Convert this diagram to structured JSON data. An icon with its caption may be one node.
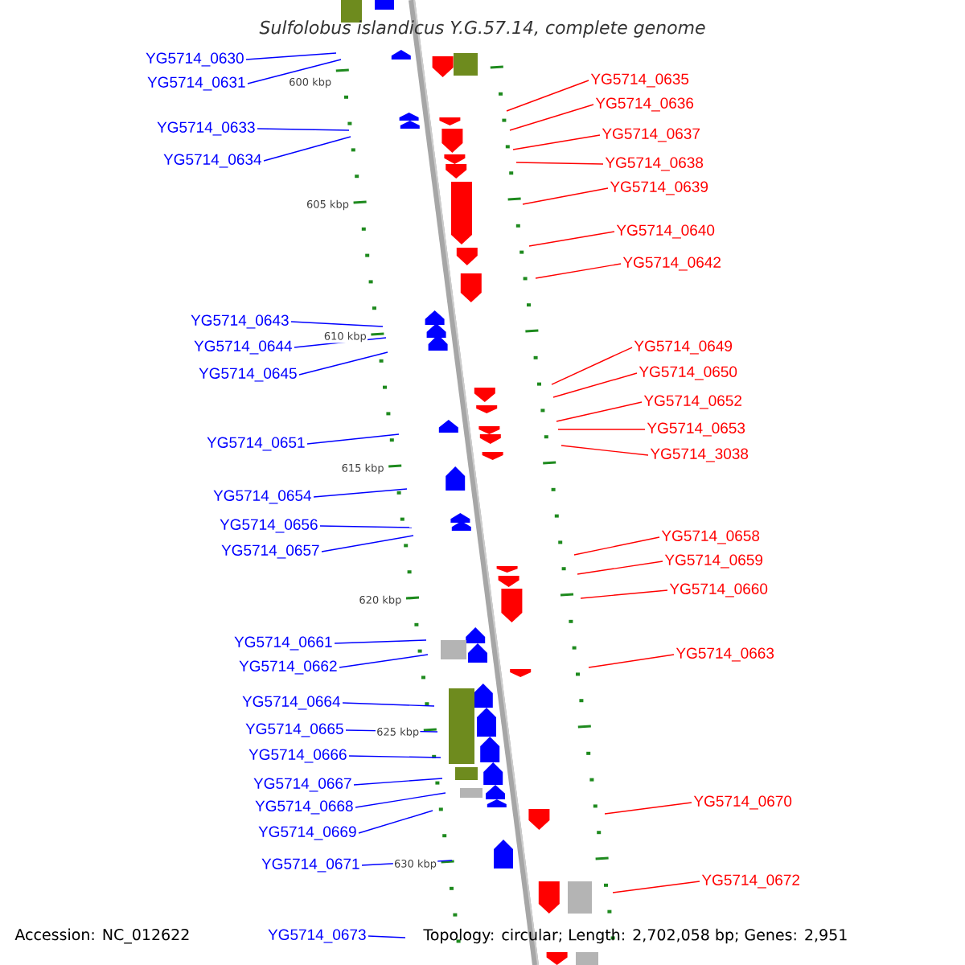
{
  "diagram": {
    "title": "*Sulfolobus islandicus* Y.G.57.14, complete genome",
    "nodes": [
      {
        "text": [
          "YG5714_0630"
        ]
      },
      {
        "text": [
          "YG5714_0631"
        ]
      },
      {
        "text": [
          "YG5714_0633"
        ]
      },
      {
        "text": [
          "YG5714_0634"
        ]
      },
      {
        "text": [
          "YG5714_0643"
        ]
      },
      {
        "text": [
          "YG5714_0644"
        ]
      },
      {
        "text": [
          "YG5714_0645"
        ]
      },
      {
        "text": [
          "YG5714_0651"
        ]
      },
      {
        "text": [
          "YG5714_0654"
        ]
      },
      {
        "text": [
          "YG5714_0656"
        ]
      },
      {
        "text": [
          "YG5714_0657"
        ]
      },
      {
        "text": [
          "YG5714_0661"
        ]
      },
      {
        "text": [
          "YG5714_0662"
        ]
      },
      {
        "text": [
          "YG5714_0664"
        ]
      },
      {
        "text": [
          "YG5714_0665"
        ]
      },
      {
        "text": [
          "YG5714_0666"
        ]
      },
      {
        "text": [
          "YG5714_0667"
        ]
      },
      {
        "text": [
          "YG5714_0668"
        ]
      },
      {
        "text": [
          "YG5714_0669"
        ]
      },
      {
        "text": [
          "YG5714_0671"
        ]
      },
      {
        "text": [
          "YG5714_0673"
        ]
      },
      {
        "text": [
          "YG5714_0635"
        ]
      },
      {
        "text": [
          "YG5714_0636"
        ]
      },
      {
        "text": [
          "YG5714_0637"
        ]
      },
      {
        "text": [
          "YG5714_0638"
        ]
      },
      {
        "text": [
          "YG5714_0639"
        ]
      },
      {
        "text": [
          "YG5714_0640"
        ]
      },
      {
        "text": [
          "YG5714_0642"
        ]
      },
      {
        "text": [
          "YG5714_0649"
        ]
      },
      {
        "text": [
          "YG5714_0650"
        ]
      },
      {
        "text": [
          "YG5714_0652"
        ]
      },
      {
        "text": [
          "YG5714_0653"
        ]
      },
      {
        "text": [
          "YG5714_3038"
        ]
      },
      {
        "text": [
          "YG5714_0658"
        ]
      },
      {
        "text": [
          "YG5714_0659"
        ]
      },
      {
        "text": [
          "YG5714_0660"
        ]
      },
      {
        "text": [
          "YG5714_0663"
        ]
      },
      {
        "text": [
          "YG5714_0670"
        ]
      },
      {
        "text": [
          "YG5714_0672"
        ]
      }
    ],
    "edges": [
      {
        "from": 0,
        "to": null,
        "arrow": "none"
      },
      {
        "from": 1,
        "to": null,
        "arrow": "none"
      },
      {
        "from": 2,
        "to": null,
        "arrow": "none"
      },
      {
        "from": 3,
        "to": null,
        "arrow": "none"
      },
      {
        "from": 4,
        "to": null,
        "arrow": "none"
      },
      {
        "from": 5,
        "to": null,
        "arrow": "none"
      },
      {
        "from": 6,
        "to": null,
        "arrow": "none"
      },
      {
        "from": 7,
        "to": null,
        "arrow": "none"
      },
      {
        "from": 8,
        "to": null,
        "arrow": "none"
      },
      {
        "from": 9,
        "to": null,
        "arrow": "none"
      },
      {
        "from": 10,
        "to": null,
        "arrow": "none"
      },
      {
        "from": 11,
        "to": null,
        "arrow": "none"
      },
      {
        "from": 12,
        "to": null,
        "arrow": "none"
      },
      {
        "from": 13,
        "to": null,
        "arrow": "none"
      },
      {
        "from": 14,
        "to": null,
        "arrow": "none"
      },
      {
        "from": 15,
        "to": null,
        "arrow": "none"
      },
      {
        "from": 16,
        "to": null,
        "arrow": "none"
      },
      {
        "from": 17,
        "to": null,
        "arrow": "none"
      },
      {
        "from": 18,
        "to": null,
        "arrow": "none"
      },
      {
        "from": 19,
        "to": null,
        "arrow": "none"
      },
      {
        "from": 20,
        "to": null,
        "arrow": "none"
      },
      {
        "from": 21,
        "to": null,
        "arrow": "none",
        "color": "#ff0000"
      },
      {
        "from": 22,
        "to": null,
        "arrow": "none",
        "color": "#ff0000"
      },
      {
        "from": 23,
        "to": null,
        "arrow": "none",
        "color": "#ff0000"
      },
      {
        "from": 24,
        "to": null,
        "arrow": "none",
        "color": "#ff0000"
      },
      {
        "from": 25,
        "to": null,
        "arrow": "none",
        "color": "#ff0000"
      },
      {
        "from": 26,
        "to": null,
        "arrow": "none",
        "color": "#ff0000"
      },
      {
        "from": 27,
        "to": null,
        "arrow": "none",
        "color": "#ff0000"
      },
      {
        "from": 28,
        "to": null,
        "arrow": "none",
        "color": "#ff0000"
      },
      {
        "from": 29,
        "to": null,
        "arrow": "none",
        "color": "#ff0000"
      },
      {
        "from": 30,
        "to": null,
        "arrow": "none",
        "color": "#ff0000"
      },
      {
        "from": 31,
        "to": null,
        "arrow": "none",
        "color": "#ff0000"
      },
      {
        "from": 32,
        "to": null,
        "arrow": "none",
        "color": "#ff0000"
      },
      {
        "from": 33,
        "to": null,
        "arrow": "none",
        "color": "#ff0000"
      },
      {
        "from": 34,
        "to": null,
        "arrow": "none",
        "color": "#ff0000"
      },
      {
        "from": 35,
        "to": null,
        "arrow": "none",
        "color": "#ff0000"
      },
      {
        "from": 36,
        "to": null,
        "arrow": "none",
        "color": "#ff0000"
      },
      {
        "from": 37,
        "to": null,
        "arrow": "none",
        "color": "#ff0000"
      },
      {
        "from": 38,
        "to": null,
        "arrow": "none",
        "color": "#ff0000"
      }
    ],
    "labels": [
      "600 kbp",
      "605 kbp",
      "610 kbp",
      "615 kbp",
      "620 kbp",
      "625 kbp",
      "630 kbp",
      "Accession: NC_012622",
      "Topology: circular; Length: 2,702,058 bp; Genes: 2,951"
    ]
  }
}
